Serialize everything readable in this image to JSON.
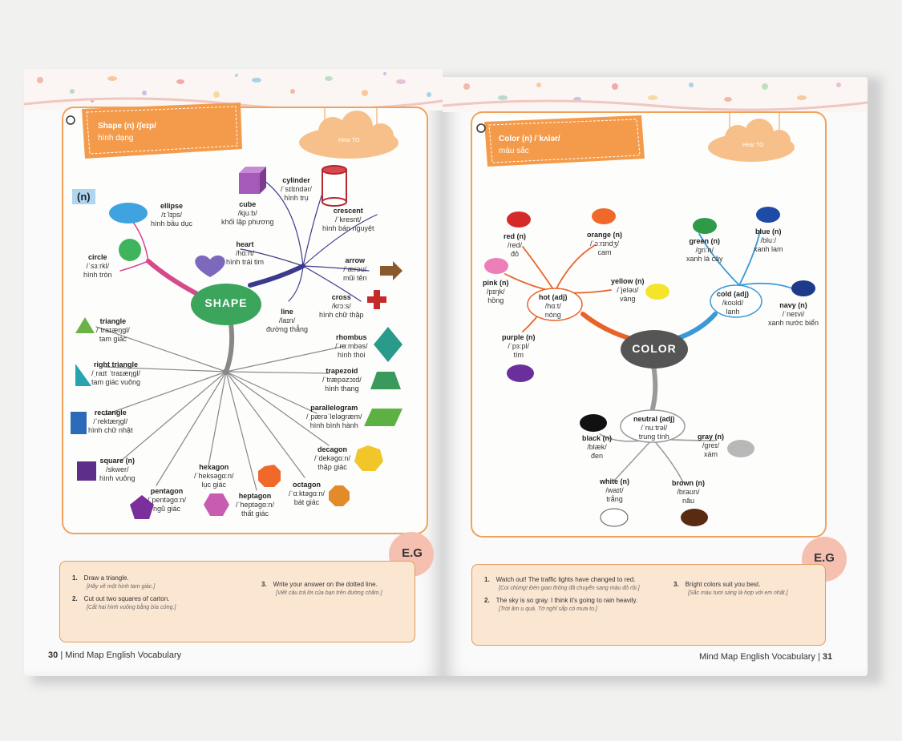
{
  "left": {
    "header": {
      "title": "Shape (n) /ʃeɪp/",
      "subtitle": "hình dạng"
    },
    "cloud_label": "Hear TO",
    "pos_tag": "(n)",
    "center": "SHAPE",
    "words": {
      "ellipse": {
        "w": "ellipse",
        "p": "/ɪˈlɪps/",
        "m": "hình bầu dục"
      },
      "circle": {
        "w": "circle",
        "p": "/ˈsɜːrkl/",
        "m": "hình tròn"
      },
      "cube": {
        "w": "cube",
        "p": "/kjuːb/",
        "m": "khối lập phương"
      },
      "cylinder": {
        "w": "cylinder",
        "p": "/ˈsɪlɪndər/",
        "m": "hình trụ"
      },
      "crescent": {
        "w": "crescent",
        "p": "/ˈkresnt/",
        "m": "hình bán nguyệt"
      },
      "heart": {
        "w": "heart",
        "p": "/hɑːrt/",
        "m": "hình trái tim"
      },
      "arrow": {
        "w": "arrow",
        "p": "/ˈærəʊ/",
        "m": "mũi tên"
      },
      "line": {
        "w": "line",
        "p": "/laɪn/",
        "m": "đường thẳng"
      },
      "cross": {
        "w": "cross",
        "p": "/krɔːs/",
        "m": "hình chữ thập"
      },
      "triangle": {
        "w": "triangle",
        "p": "/ˈtraɪæŋɡl/",
        "m": "tam giác"
      },
      "right_triangle": {
        "w": "right triangle",
        "p": "/ˌraɪt ˈtraɪæŋɡl/",
        "m": "tam giác vuông"
      },
      "rhombus": {
        "w": "rhombus",
        "p": "/ˈrɑːmbəs/",
        "m": "hình thoi"
      },
      "trapezoid": {
        "w": "trapezoid",
        "p": "/ˈtræpəzɔɪd/",
        "m": "hình thang"
      },
      "rectangle": {
        "w": "rectangle",
        "p": "/ˈrektæŋɡl/",
        "m": "hình chữ nhật"
      },
      "parallelogram": {
        "w": "parallelogram",
        "p": "/ˌpærəˈleləɡræm/",
        "m": "hình bình hành"
      },
      "square": {
        "w": "square (n)",
        "p": "/skwer/",
        "m": "hình vuông"
      },
      "hexagon": {
        "w": "hexagon",
        "p": "/ˈheksəɡɑːn/",
        "m": "lục giác"
      },
      "decagon": {
        "w": "decagon",
        "p": "/ˈdekəɡɑːn/",
        "m": "thập giác"
      },
      "pentagon": {
        "w": "pentagon",
        "p": "/ˈpentəɡɑːn/",
        "m": "ngũ giác"
      },
      "heptagon": {
        "w": "heptagon",
        "p": "/ˈheptəɡɑːn/",
        "m": "thất giác"
      },
      "octagon": {
        "w": "octagon",
        "p": "/ˈɑːktəɡɑːn/",
        "m": "bát giác"
      }
    },
    "eg_badge": "E.G",
    "examples": [
      {
        "n": "1.",
        "t": "Draw a triangle.",
        "tr": "[Hãy vẽ một hình tam giác.]"
      },
      {
        "n": "2.",
        "t": "Cut out two squares of carton.",
        "tr": "[Cắt hai hình vuông bằng bìa cứng.]"
      },
      {
        "n": "3.",
        "t": "Write your answer on the dotted line.",
        "tr": "[Viết câu trả lời của bạn trên đường chấm.]"
      }
    ],
    "footer": {
      "num": "30",
      "sep": "|",
      "title": "Mind Map English Vocabulary"
    }
  },
  "right": {
    "header": {
      "title": "Color (n) /ˈkʌlər/",
      "subtitle": "màu sắc"
    },
    "cloud_label": "Hear TO",
    "center": "COLOR",
    "words": {
      "red": {
        "w": "red (n)",
        "p": "/red/",
        "m": "đỏ"
      },
      "orange": {
        "w": "orange (n)",
        "p": "/ˈɔːrɪndʒ/",
        "m": "cam"
      },
      "green": {
        "w": "green (n)",
        "p": "/ɡriːn/",
        "m": "xanh lá cây"
      },
      "blue": {
        "w": "blue (n)",
        "p": "/bluː/",
        "m": "xanh lam"
      },
      "pink": {
        "w": "pink (n)",
        "p": "/pɪŋk/",
        "m": "hồng"
      },
      "yellow": {
        "w": "yellow (n)",
        "p": "/ˈjeləʊ/",
        "m": "vàng"
      },
      "hot": {
        "w": "hot (adj)",
        "p": "/hɑːt/",
        "m": "nóng"
      },
      "cold": {
        "w": "cold (adj)",
        "p": "/koʊld/",
        "m": "lạnh"
      },
      "navy": {
        "w": "navy (n)",
        "p": "/ˈneɪvi/",
        "m": "xanh nước biển"
      },
      "purple": {
        "w": "purple (n)",
        "p": "/ˈpɜːpl/",
        "m": "tím"
      },
      "neutral": {
        "w": "neutral (adj)",
        "p": "/ˈnuːtrəl/",
        "m": "trung tính"
      },
      "black": {
        "w": "black (n)",
        "p": "/blæk/",
        "m": "đen"
      },
      "gray": {
        "w": "gray (n)",
        "p": "/ɡreɪ/",
        "m": "xám"
      },
      "white": {
        "w": "white (n)",
        "p": "/waɪt/",
        "m": "trắng"
      },
      "brown": {
        "w": "brown (n)",
        "p": "/braʊn/",
        "m": "nâu"
      }
    },
    "eg_badge": "E.G",
    "examples": [
      {
        "n": "1.",
        "t": "Watch out! The traffic lights have changed to red.",
        "tr": "[Coi chừng! Đèn giao thông đã chuyển sang màu đỏ rồi.]"
      },
      {
        "n": "2.",
        "t": "The sky is so gray. I think it's going to rain heavily.",
        "tr": "[Trời âm u quá. Tớ nghĩ sắp có mưa to.]"
      },
      {
        "n": "3.",
        "t": "Bright colors suit you best.",
        "tr": "[Sắc màu tươi sáng là hợp với em nhất.]"
      }
    ],
    "footer": {
      "num": "31",
      "sep": "|",
      "title": "Mind Map English Vocabulary"
    }
  }
}
